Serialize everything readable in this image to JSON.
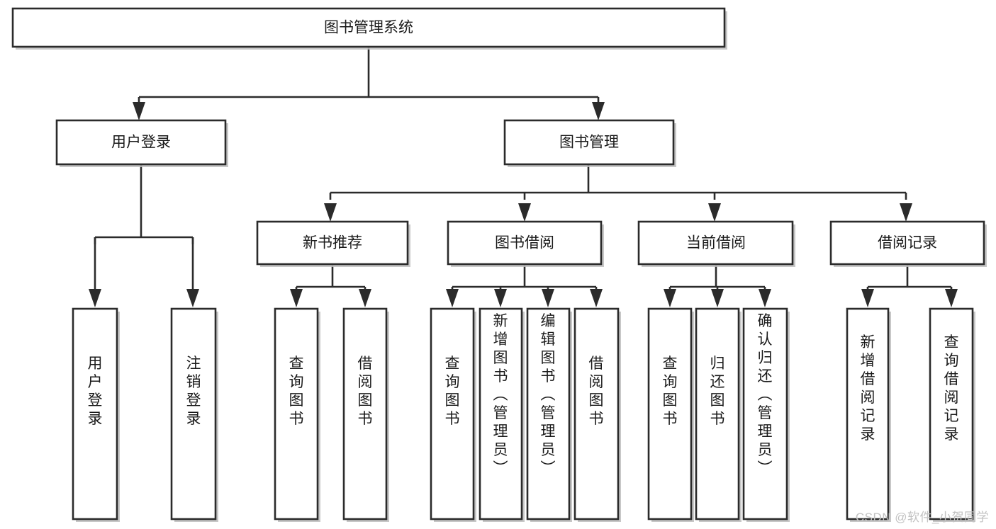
{
  "diagram": {
    "title": "图书管理系统",
    "type": "tree",
    "watermark": "CSDN @软件_小贺同学",
    "colors": {
      "box_stroke": "#2b2b2b",
      "box_fill": "#ffffff",
      "text": "#1a1a1a",
      "shadow": "#bdbdbd",
      "watermark": "#c2c2c2"
    },
    "nodes": {
      "root": {
        "label": "图书管理系统"
      },
      "level2": [
        {
          "id": "user-login",
          "label": "用户登录"
        },
        {
          "id": "book-manage",
          "label": "图书管理"
        }
      ],
      "level3": [
        {
          "id": "new-book-recommend",
          "label": "新书推荐"
        },
        {
          "id": "book-borrow",
          "label": "图书借阅"
        },
        {
          "id": "current-borrow",
          "label": "当前借阅"
        },
        {
          "id": "borrow-record",
          "label": "借阅记录"
        }
      ],
      "leaves": {
        "user_login": [
          {
            "id": "leaf-user-login",
            "label": "用户登录"
          },
          {
            "id": "leaf-logout-login",
            "label": "注销登录"
          }
        ],
        "new_book_recommend": [
          {
            "id": "leaf-query-book-1",
            "label": "查询图书"
          },
          {
            "id": "leaf-borrow-book-1",
            "label": "借阅图书"
          }
        ],
        "book_borrow": [
          {
            "id": "leaf-query-book-2",
            "label": "查询图书"
          },
          {
            "id": "leaf-add-book",
            "label": "新增图书（管理员）"
          },
          {
            "id": "leaf-edit-book",
            "label": "编辑图书（管理员）"
          },
          {
            "id": "leaf-borrow-book-2",
            "label": "借阅图书"
          }
        ],
        "current_borrow": [
          {
            "id": "leaf-query-book-3",
            "label": "查询图书"
          },
          {
            "id": "leaf-return-book",
            "label": "归还图书"
          },
          {
            "id": "leaf-confirm-return",
            "label": "确认归还（管理员）"
          }
        ],
        "borrow_record": [
          {
            "id": "leaf-add-record",
            "label": "新增借阅记录"
          },
          {
            "id": "leaf-query-record",
            "label": "查询借阅记录"
          }
        ]
      }
    }
  }
}
